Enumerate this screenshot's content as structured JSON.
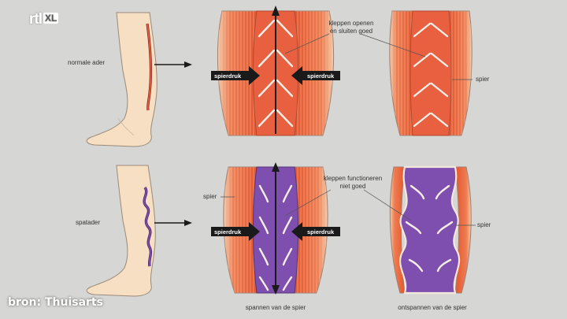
{
  "broadcaster": {
    "logo_main": "rtl",
    "logo_sub": "XL"
  },
  "source_credit": "bron: Thuisarts",
  "top_row": {
    "leg_label": "normale ader",
    "valve_label": "kleppen openen\nen sluiten goed",
    "muscle_label": "spier",
    "pressure_left": "spierdruk",
    "pressure_right": "spierdruk"
  },
  "bottom_row": {
    "leg_label": "spatader",
    "valve_label": "kleppen functioneren\nniet goed",
    "muscle_label_left": "spier",
    "muscle_label_right": "spier",
    "pressure_left": "spierdruk",
    "pressure_right": "spierdruk",
    "caption_contract": "spannen van de spier",
    "caption_relax": "ontspannen van de spier"
  },
  "colors": {
    "background": "#d6d6d4",
    "muscle": "#e8643a",
    "normal_vein": "#e86040",
    "varicose_vein": "#7e4fae",
    "skin": "#f7dfc4",
    "arrow": "#1a1a1a"
  }
}
